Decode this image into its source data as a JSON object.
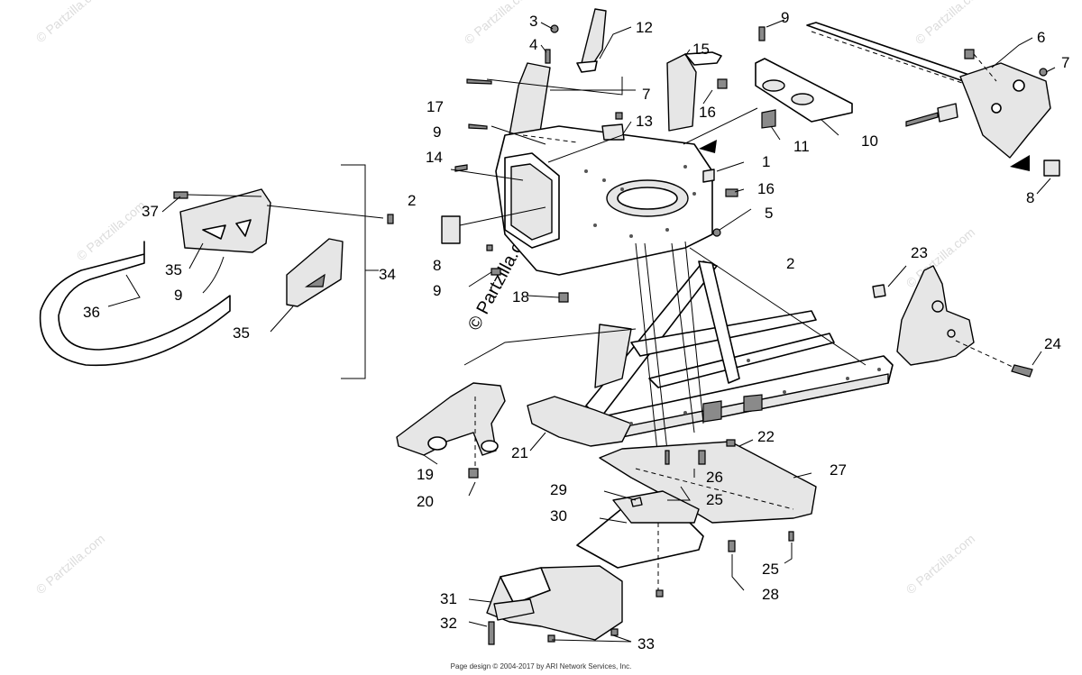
{
  "callouts": {
    "c1": "1",
    "c2a": "2",
    "c2b": "2",
    "c3": "3",
    "c4": "4",
    "c5": "5",
    "c6": "6",
    "c7a": "7",
    "c7b": "7",
    "c8a": "8",
    "c8b": "8",
    "c9a": "9",
    "c9b": "9",
    "c9c": "9",
    "c9d": "9",
    "c10": "10",
    "c11": "11",
    "c12": "12",
    "c13": "13",
    "c14": "14",
    "c15": "15",
    "c16a": "16",
    "c16b": "16",
    "c17": "17",
    "c18": "18",
    "c19": "19",
    "c20": "20",
    "c21": "21",
    "c22": "22",
    "c23": "23",
    "c24": "24",
    "c25a": "25",
    "c25b": "25",
    "c26": "26",
    "c27": "27",
    "c28": "28",
    "c29": "29",
    "c30": "30",
    "c31": "31",
    "c32": "32",
    "c33": "33",
    "c34": "34",
    "c35a": "35",
    "c35b": "35",
    "c36": "36",
    "c37": "37"
  },
  "watermark": {
    "text": "© Partzilla.com",
    "center_text": "© Partzilla.com"
  },
  "footer": {
    "text": "Page design © 2004-2017 by ARI Network Services, Inc."
  }
}
